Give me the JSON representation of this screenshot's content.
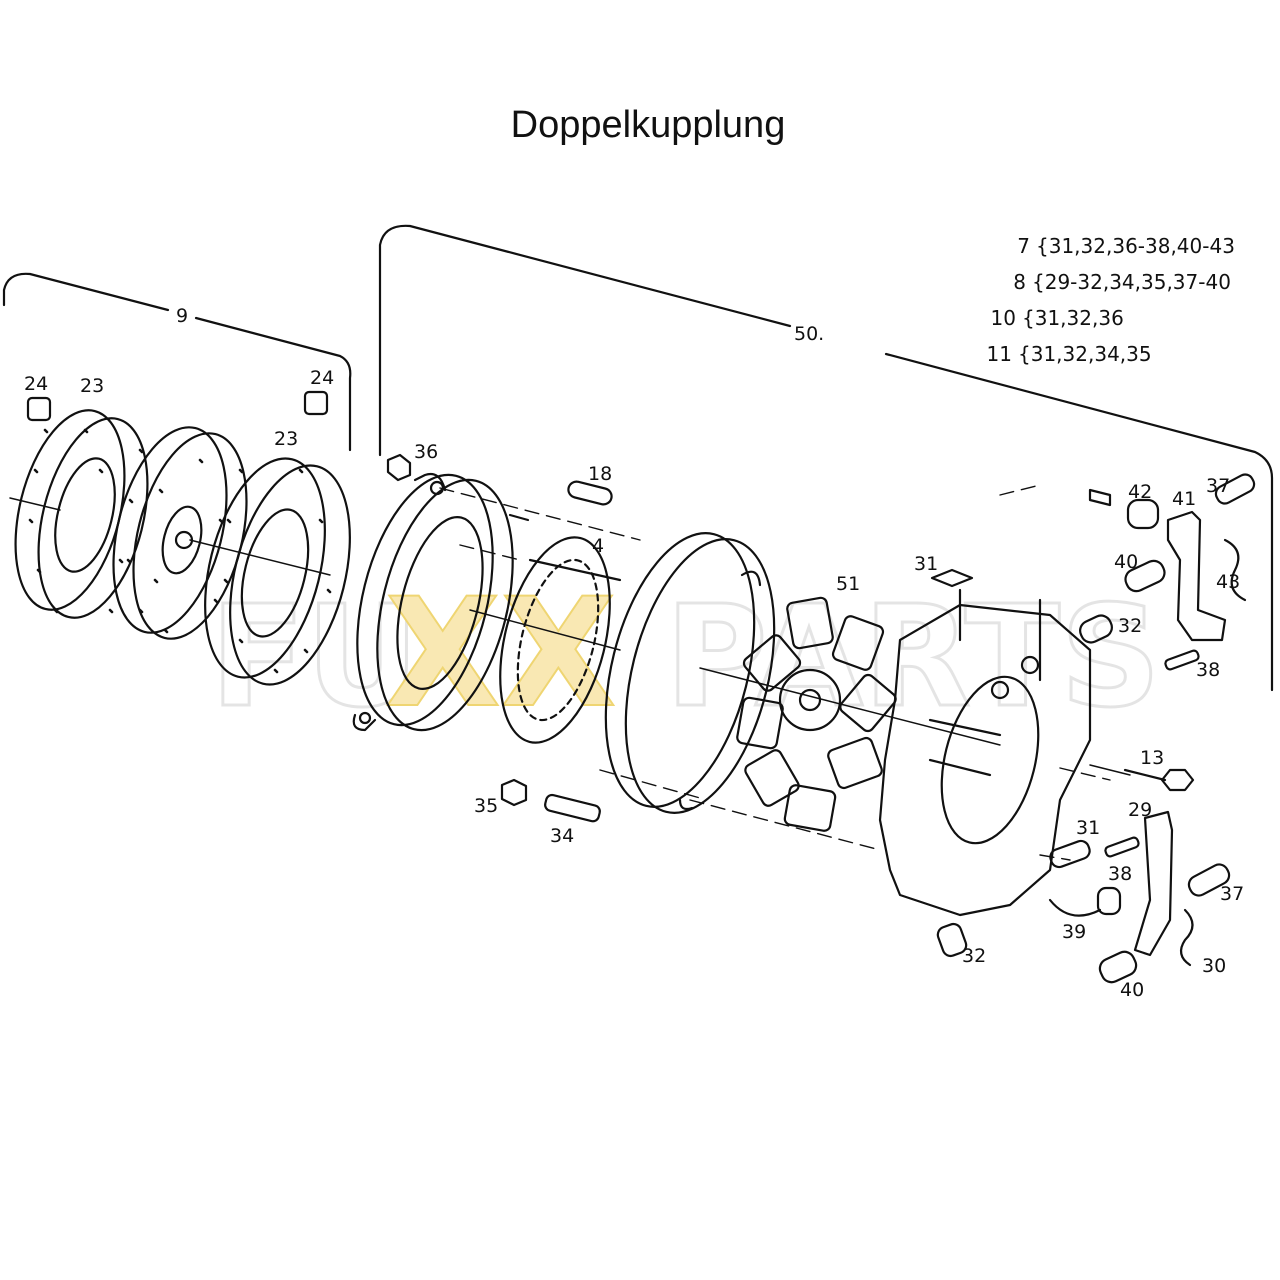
{
  "title": "Doppelkupplung",
  "watermark": {
    "left": "FU",
    "xx": "XX",
    "right": "PARTS",
    "xx_color": "#f2c200",
    "outline_color": "#cfcfcf"
  },
  "groups": {
    "group_9": "9",
    "group_50": "50."
  },
  "legend": [
    {
      "num": "7",
      "parts": "{31,32,36-38,40-43"
    },
    {
      "num": "8",
      "parts": "{29-32,34,35,37-40"
    },
    {
      "num": "10",
      "parts": "{31,32,36"
    },
    {
      "num": "11",
      "parts": "{31,32,34,35"
    }
  ],
  "callouts": {
    "p24a": "24",
    "p23a": "23",
    "p24b": "24",
    "p23b": "23",
    "p36": "36",
    "p18": "18",
    "p4": "4",
    "p51": "51",
    "p31a": "31",
    "p42": "42",
    "p41": "41",
    "p37a": "37",
    "p40a": "40",
    "p43": "43",
    "p32a": "32",
    "p38a": "38",
    "p13": "13",
    "p35": "35",
    "p34": "34",
    "p29": "29",
    "p31b": "31",
    "p38b": "38",
    "p37b": "37",
    "p39": "39",
    "p32b": "32",
    "p30": "30",
    "p40b": "40"
  }
}
